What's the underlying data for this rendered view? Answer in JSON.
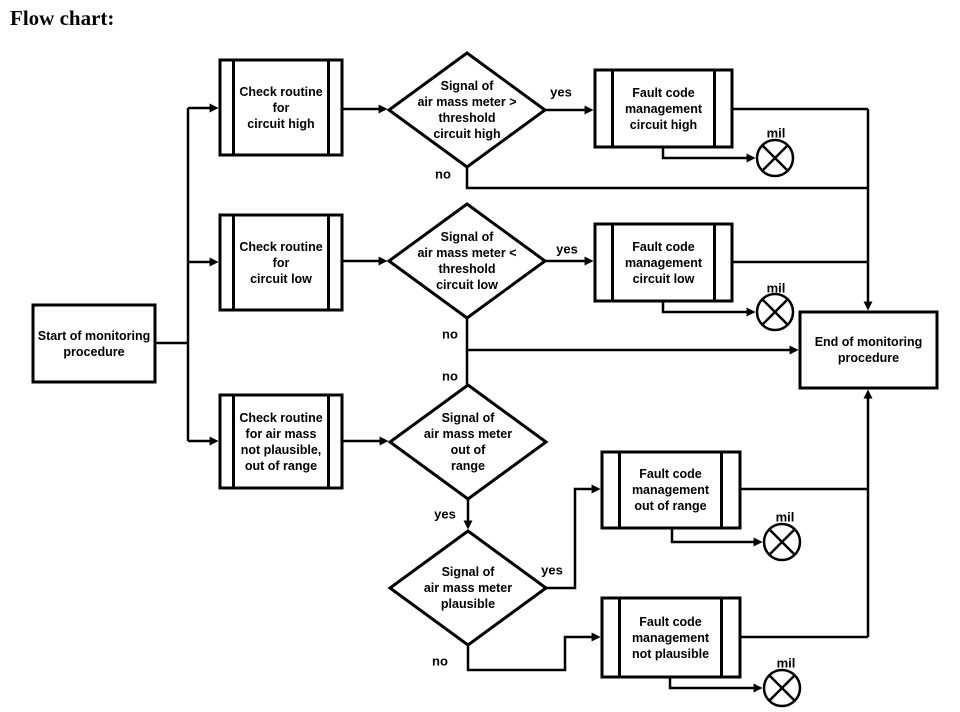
{
  "title": "Flow chart:",
  "diagram": {
    "nodes": {
      "start": {
        "label": "Start of monitoring\nprocedure"
      },
      "check_circuit_high": {
        "label": "Check routine\nfor\ncircuit high"
      },
      "check_circuit_low": {
        "label": "Check routine\nfor\ncircuit low"
      },
      "check_out_of_range": {
        "label": "Check routine\nfor air mass\nnot plausible,\nout of range"
      },
      "decision_circuit_high": {
        "label": "Signal of\nair mass meter >\nthreshold\ncircuit high"
      },
      "decision_circuit_low": {
        "label": "Signal of\nair mass meter <\nthreshold\ncircuit low"
      },
      "decision_out_of_range": {
        "label": "Signal of\nair mass meter\nout of\nrange"
      },
      "decision_plausible": {
        "label": "Signal of\nair mass meter\nplausible"
      },
      "fault_circuit_high": {
        "label": "Fault code\nmanagement\ncircuit high"
      },
      "fault_circuit_low": {
        "label": "Fault code\nmanagement\ncircuit low"
      },
      "fault_out_of_range": {
        "label": "Fault code\nmanagement\nout of range"
      },
      "fault_not_plausible": {
        "label": "Fault code\nmanagement\nnot plausible"
      },
      "end": {
        "label": "End of monitoring\nprocedure"
      }
    },
    "edge_labels": {
      "yes_circuit_high": "yes",
      "no_circuit_high": "no",
      "yes_circuit_low": "yes",
      "no_circuit_low": "no",
      "no_out_of_range": "no",
      "yes_out_of_range": "yes",
      "yes_plausible": "yes",
      "no_plausible": "no"
    },
    "mil_labels": {
      "mil_circuit_high": "mil",
      "mil_circuit_low": "mil",
      "mil_out_of_range": "mil",
      "mil_not_plausible": "mil"
    },
    "colors": {
      "stroke": "#000000",
      "background": "#ffffff"
    }
  }
}
